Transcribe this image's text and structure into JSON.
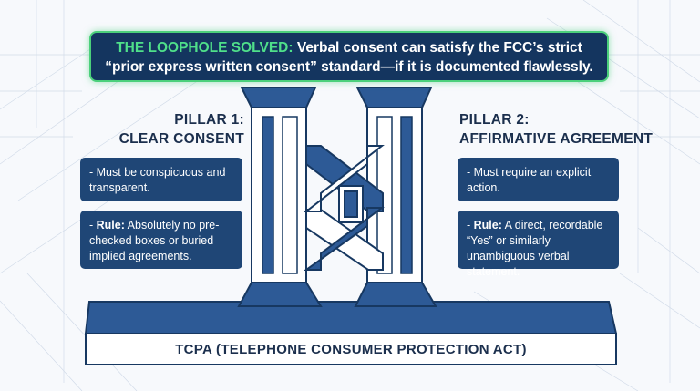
{
  "banner": {
    "highlight": "THE LOOPHOLE SOLVED:",
    "line1_rest": " Verbal consent can satisfy the FCC’s strict",
    "line2": "“prior express written consent” standard—if it is documented flawlessly."
  },
  "pillar1": {
    "title_line1": "PILLAR 1:",
    "title_line2": "CLEAR CONSENT",
    "card1": {
      "text": "- Must be conspicuous and transparent."
    },
    "card2": {
      "prefix": "- ",
      "bold": "Rule:",
      "text": " Absolutely no pre-checked boxes or buried implied agreements."
    }
  },
  "pillar2": {
    "title_line1": "PILLAR 2:",
    "title_line2": "AFFIRMATIVE AGREEMENT",
    "card1": {
      "text": "- Must require an explicit action."
    },
    "card2": {
      "prefix": "- ",
      "bold": "Rule:",
      "text": " A direct, recordable “Yes” or similarly unambiguous verbal statement."
    }
  },
  "base": {
    "label": "TCPA (TELEPHONE CONSUMER PROTECTION ACT)"
  },
  "colors": {
    "navy": "#1f4676",
    "dark_navy": "#14355f",
    "accent_green": "#4bd07b",
    "structure_blue": "#2d5a96",
    "text_dark": "#1b2f4d"
  }
}
